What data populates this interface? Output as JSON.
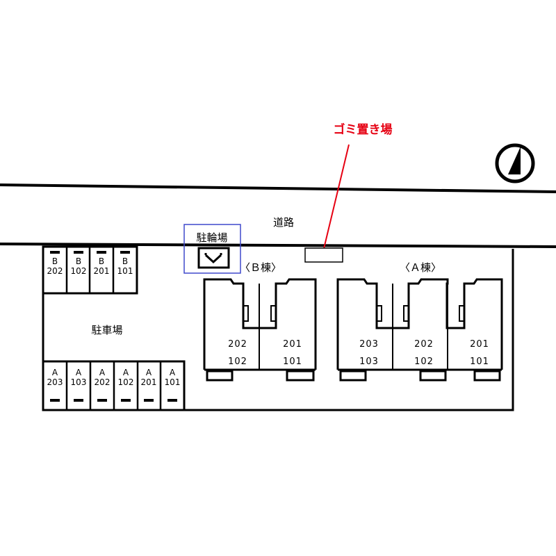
{
  "colors": {
    "line": "#000000",
    "garbage_label": "#e60012",
    "bicycle_frame": "#3f48cc"
  },
  "icons": {
    "north_arrow": "north-arrow-icon",
    "bicycle": "bicycle-parking-icon"
  },
  "labels": {
    "road": "道路",
    "garbage": "ゴミ置き場",
    "bicycle_parking": "駐輪場",
    "parking": "駐車場",
    "building_b": "〈Ｂ棟〉",
    "building_a": "〈Ａ棟〉"
  },
  "parking_b": [
    {
      "building": "B",
      "unit": "202"
    },
    {
      "building": "B",
      "unit": "102"
    },
    {
      "building": "B",
      "unit": "201"
    },
    {
      "building": "B",
      "unit": "101"
    }
  ],
  "parking_a": [
    {
      "building": "A",
      "unit": "203"
    },
    {
      "building": "A",
      "unit": "103"
    },
    {
      "building": "A",
      "unit": "202"
    },
    {
      "building": "A",
      "unit": "102"
    },
    {
      "building": "A",
      "unit": "201"
    },
    {
      "building": "A",
      "unit": "101"
    }
  ],
  "building_b_units": [
    {
      "upper": "202",
      "lower": "102"
    },
    {
      "upper": "201",
      "lower": "101"
    }
  ],
  "building_a_units": [
    {
      "upper": "203",
      "lower": "103"
    },
    {
      "upper": "202",
      "lower": "102"
    },
    {
      "upper": "201",
      "lower": "101"
    }
  ]
}
